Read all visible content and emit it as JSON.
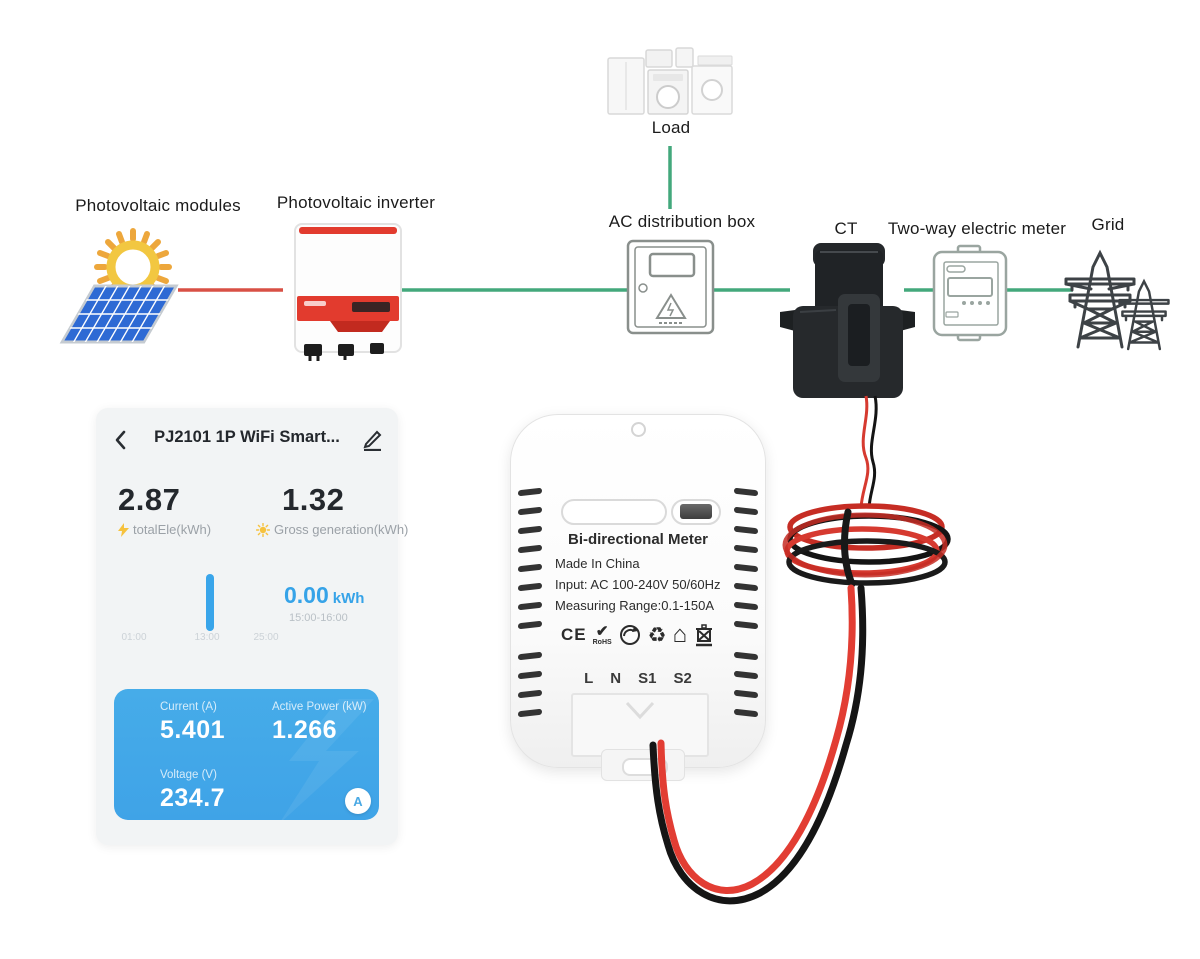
{
  "diagram": {
    "labels": {
      "pv_modules": "Photovoltaic modules",
      "pv_inverter": "Photovoltaic inverter",
      "load": "Load",
      "ac_box": "AC distribution box",
      "ct": "CT",
      "two_way_meter": "Two-way electric meter",
      "grid": "Grid"
    },
    "line_colors": {
      "flow_green": "#43a87c",
      "flow_red": "#d85045"
    }
  },
  "app": {
    "title": "PJ2101 1P WiFi Smart...",
    "icons": {
      "back": "chevron-left",
      "edit": "pencil",
      "total": "lightning-bolt",
      "generation": "sun",
      "badge": "A"
    },
    "stats": [
      {
        "value": "2.87",
        "label": "totalEle(kWh)"
      },
      {
        "value": "1.32",
        "label": "Gross generation(kWh)"
      }
    ],
    "chart": {
      "type": "bar",
      "selected_value": "0.00",
      "selected_unit": "kWh",
      "selected_range": "15:00-16:00",
      "ticks": [
        "01:00",
        "13:00",
        "25:00"
      ],
      "bar_color": "#39a5ea"
    },
    "card": {
      "current_label": "Current (A)",
      "current_value": "5.401",
      "power_label": "Active Power (kW)",
      "power_value": "1.266",
      "voltage_label": "Voltage (V)",
      "voltage_value": "234.7",
      "badge": "A",
      "bg_color": "#43a8e8"
    }
  },
  "device": {
    "name": "Bi-directional Meter",
    "line2": "Made In China",
    "line3": "Input: AC 100-240V 50/60Hz",
    "line4": "Measuring Range:0.1-150A",
    "cert_text": {
      "ce": "CE",
      "check": "✔",
      "rohs": "RoHS",
      "recycle": "♻",
      "house": "⌂"
    },
    "cert_icons": [
      "ce-mark",
      "rohs-check",
      "green-dot",
      "recycle",
      "house",
      "weee-bin"
    ],
    "terminals": [
      "L",
      "N",
      "S1",
      "S2"
    ]
  }
}
